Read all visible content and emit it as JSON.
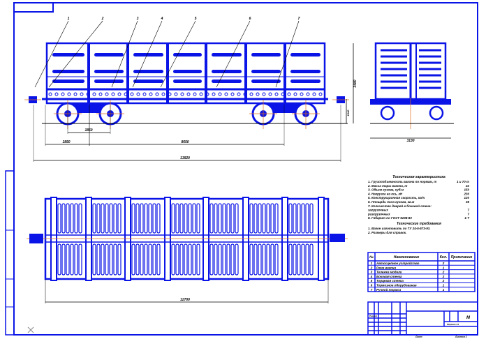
{
  "colors": {
    "line": "#0a14e6",
    "thin": "#000000",
    "axis": "#e07020",
    "paper": "#ffffff"
  },
  "leaders": [
    "1",
    "2",
    "3",
    "4",
    "5",
    "6",
    "7"
  ],
  "dimensions": {
    "wheelbase": "1850",
    "overhang": "1850",
    "bogie_centers": "8650",
    "length_buffers": "13920",
    "rail_height": "1040",
    "height": "3480",
    "width": "3130",
    "top_length": "12700"
  },
  "specs": {
    "title": "Техническая характеристика",
    "rows": [
      {
        "label": "1. Грузоподъемность вагона по нормам, т",
        "value": "1 и 70 т"
      },
      {
        "label": "2. Масса тары вагона, т",
        "value": "22"
      },
      {
        "label": "3. Объем кузова, куб.м",
        "value": "150"
      },
      {
        "label": "4. Нагрузка на ось, кН",
        "value": "230"
      },
      {
        "label": "5. Конструкционная скорость, км/ч",
        "value": "120"
      },
      {
        "label": "6. Площадь пола кузова, кв.м",
        "value": "38"
      },
      {
        "label": "7. Количество дверей в боковой стене:",
        "value": ""
      },
      {
        "label": "   загрузочных",
        "value": "7"
      },
      {
        "label": "   разгрузочных",
        "value": "7"
      },
      {
        "label": "8. Габарит по ГОСТ 9238-83",
        "value": "1-Т"
      }
    ],
    "notes_title": "Технические требования",
    "notes": [
      "1. Вагон изготовить по ТУ 24-5-573-93.",
      "2. Размеры для справок."
    ]
  },
  "parts_table": {
    "headers": [
      "№",
      "Наименование",
      "Кол.",
      "Примечание"
    ],
    "rows": [
      {
        "n": "1",
        "name": "Автосцепное устройство",
        "qty": "2"
      },
      {
        "n": "2",
        "name": "Рама вагона",
        "qty": "1"
      },
      {
        "n": "3",
        "name": "Тележка модели",
        "qty": "2"
      },
      {
        "n": "4",
        "name": "Боковая стенка",
        "qty": "2"
      },
      {
        "n": "5",
        "name": "Торцевая стенка",
        "qty": "2"
      },
      {
        "n": "6",
        "name": "Тормозное оборудование",
        "qty": "1"
      },
      {
        "n": "7",
        "name": "Ручной тормоз",
        "qty": "1"
      }
    ]
  },
  "title_block": {
    "scale": "М",
    "sheet": "Лист",
    "sheets": "Листов 1",
    "developed": "Разраб.",
    "format": "Формат А1"
  }
}
